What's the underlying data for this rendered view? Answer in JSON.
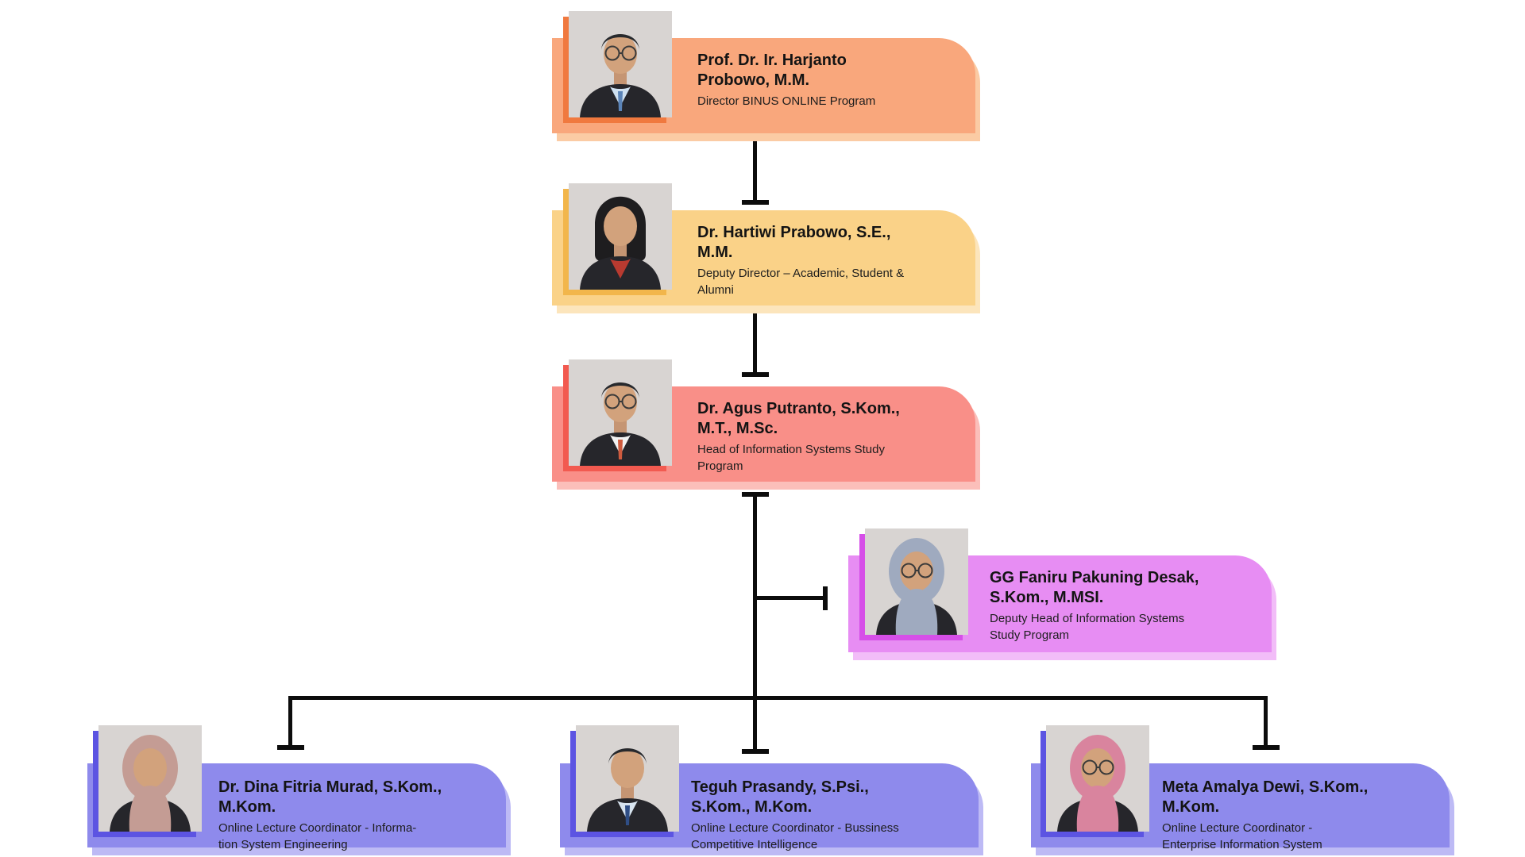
{
  "page": {
    "background": "#ffffff",
    "line_color": "#0c0c0c",
    "photo_background": "#d8d4d2",
    "skin_tone": "#d2a27c",
    "suit_color": "#26262b"
  },
  "org_chart": {
    "people": [
      {
        "id": "director",
        "name": "Prof. Dr. Ir. Harjanto\nProbowo, M.M.",
        "name_full": "Prof. Dr. Ir. Harjanto Prabowo, M.M.",
        "title": "Director BINUS ONLINE Program",
        "accent": "#f9a77c",
        "accent_dark": "#f0793f",
        "accent_light": "#fbcba4",
        "photo": {
          "hair": "short",
          "glasses": true,
          "hijab": null,
          "shirt": "#cfe0f0",
          "tie": "#5b84b8"
        }
      },
      {
        "id": "deputy-director",
        "name": "Dr. Hartiwi Prabowo, S.E.,\nM.M.",
        "name_full": "Dr. Hartiwi Prabowo, S.E., M.M.",
        "title": "Deputy Director – Academic, Student &\nAlumni",
        "accent": "#fad288",
        "accent_dark": "#f2b64b",
        "accent_light": "#fce5bc",
        "photo": {
          "hair": "bob",
          "glasses": false,
          "hijab": null,
          "shirt": "#b83a30",
          "tie": null
        }
      },
      {
        "id": "head-of-program",
        "name": "Dr. Agus Putranto, S.Kom.,\nM.T., M.Sc.",
        "name_full": "Dr. Agus Putranto, S.Kom., M.T., M.Sc.",
        "title": "Head of Information Systems Study\nProgram",
        "accent": "#f98f88",
        "accent_dark": "#f25a50",
        "accent_light": "#fbbfba",
        "photo": {
          "hair": "short",
          "glasses": true,
          "hijab": null,
          "shirt": "#f2f2f2",
          "tie": "#cf5b3e"
        }
      },
      {
        "id": "deputy-head-of-program",
        "name": "GG Faniru Pakuning Desak,\nS.Kom., M.MSI.",
        "name_full": "GG Faniru Pakuning Desak, S.Kom., M.MSI.",
        "title": "Deputy Head of Information Systems\nStudy Program",
        "accent": "#e78df3",
        "accent_dark": "#d64fe8",
        "accent_light": "#f2bdf8",
        "photo": {
          "hair": null,
          "glasses": true,
          "hijab": "#9faabf",
          "shirt": "#bfb3b6",
          "tie": null
        }
      },
      {
        "id": "coordinator-information-system-engineering",
        "name": "Dr. Dina Fitria Murad, S.Kom.,\nM.Kom.",
        "name_full": "Dr. Dina Fitria Murad, S.Kom., M.Kom.",
        "title": "Online Lecture Coordinator - Informa-\ntion System Engineering",
        "accent": "#8e8aec",
        "accent_dark": "#5c54e2",
        "accent_light": "#bdbaf5",
        "photo": {
          "hair": null,
          "glasses": false,
          "hijab": "#c49c94",
          "shirt": "#e07a5f",
          "tie": null
        }
      },
      {
        "id": "coordinator-bussiness-competitive-intelligence",
        "name": "Teguh Prasandy, S.Psi.,\nS.Kom., M.Kom.",
        "name_full": "Teguh Prasandy, S.Psi., S.Kom., M.Kom.",
        "title": "Online Lecture Coordinator - Bussiness\nCompetitive Intelligence",
        "accent": "#8e8aec",
        "accent_dark": "#5c54e2",
        "accent_light": "#bdbaf5",
        "photo": {
          "hair": "short",
          "glasses": false,
          "hijab": null,
          "shirt": "#d8e4f0",
          "tie": "#2f4e86"
        }
      },
      {
        "id": "coordinator-enterprise-information-system",
        "name": "Meta Amalya Dewi, S.Kom.,\nM.Kom.",
        "name_full": "Meta Amalya Dewi, S.Kom., M.Kom.",
        "title": "Online Lecture Coordinator -\nEnterprise Information System",
        "accent": "#8e8aec",
        "accent_dark": "#5c54e2",
        "accent_light": "#bdbaf5",
        "photo": {
          "hair": null,
          "glasses": true,
          "hijab": "#d9849e",
          "shirt": "#2c2c30",
          "tie": null
        }
      }
    ]
  }
}
